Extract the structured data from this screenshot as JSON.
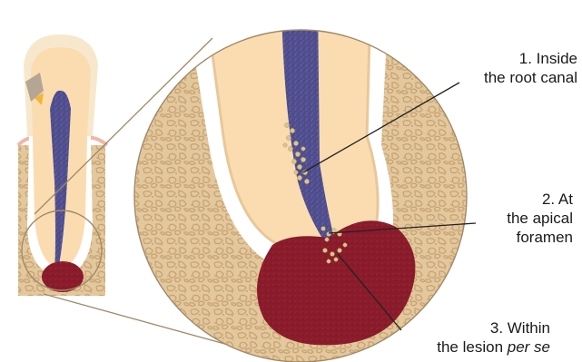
{
  "colors": {
    "bone": "#e3c89e",
    "bone_trabecula": "#c9a472",
    "dentin": "#fbdcb1",
    "enamel": "#f7e8cd",
    "canal_infection": "#4e4c8c",
    "lesion": "#8a1b2b",
    "bacteria": "#d9c58e",
    "pdl_space": "#ffffff",
    "gingiva_highlight": "#f2b6a8",
    "decay": "#b5a595",
    "leader_line": "#222222",
    "connector_line": "#a08a6a"
  },
  "icons": {
    "detail": "circular-magnified-apex-view",
    "overview": "whole-tooth-in-bone-icon"
  },
  "labels": {
    "inside_canal": {
      "line1": "1. Inside",
      "line2": "the root canal"
    },
    "apical_foramen": {
      "line1": "2. At",
      "line2": "the apical",
      "line3": "foramen"
    },
    "within_lesion": {
      "line1": "3. Within",
      "line2_prefix": "the lesion ",
      "line2_italic": "per se"
    }
  }
}
